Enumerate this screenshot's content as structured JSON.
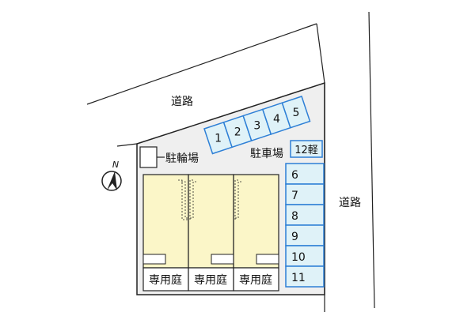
{
  "roads": {
    "north_label": "道路",
    "east_label": "道路"
  },
  "compass": {
    "letter": "N"
  },
  "bicycle_parking": {
    "label": "駐輪場"
  },
  "parking": {
    "label": "駐車場",
    "top_row": [
      "1",
      "2",
      "3",
      "4",
      "5"
    ],
    "light_vehicle_space": "12軽",
    "right_column": [
      "6",
      "7",
      "8",
      "9",
      "10",
      "11"
    ]
  },
  "units": [
    {
      "garden_label": "専用庭"
    },
    {
      "garden_label": "専用庭"
    },
    {
      "garden_label": "専用庭"
    }
  ],
  "colors": {
    "lot": "#efefef",
    "building": "#fbf6c8",
    "parking_space": "#dff2f8",
    "parking_line": "#2d7fd6"
  }
}
